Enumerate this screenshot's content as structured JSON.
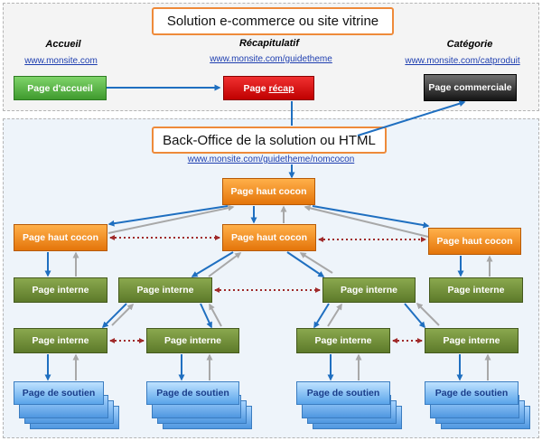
{
  "top": {
    "title": "Solution e-commerce ou site vitrine",
    "columns": [
      {
        "heading": "Accueil",
        "url": "www.monsite.com",
        "node": "Page d'accueil"
      },
      {
        "heading": "Récapitulatif",
        "url": "www.monsite.com/guidetheme",
        "node_prefix": "Page ",
        "node_underlined": "récap"
      },
      {
        "heading": "Catégorie",
        "url": "www.monsite.com/catproduit",
        "node": "Page commerciale"
      }
    ]
  },
  "bottom": {
    "title": "Back-Office de la solution ou HTML",
    "url": "www.monsite.com/guidetheme/nomcocon",
    "cocon_label": "Page haut cocon",
    "interne_label": "Page interne",
    "soutien_label": "Page de soutien"
  },
  "colors": {
    "arrow_blue": "#1f6fc0",
    "arrow_grey": "#a8a8a8",
    "link_dotted": "#a02a2a",
    "orange_border": "#ee8a3a"
  }
}
